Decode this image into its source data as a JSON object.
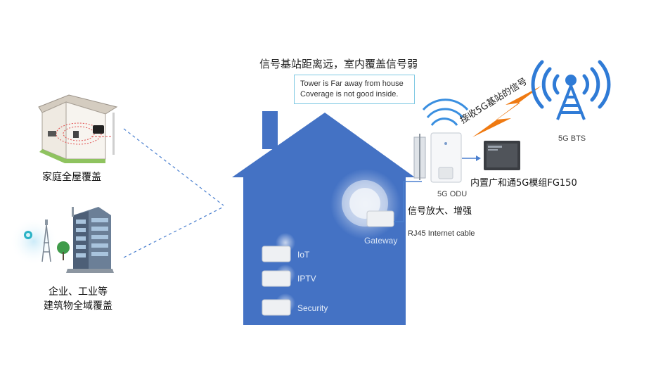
{
  "title": "信号基站距离远，室内覆盖信号弱",
  "callout": {
    "line1": "Tower is Far away from house",
    "line2": "Coverage is not good inside."
  },
  "left": {
    "home_label": "家庭全屋覆盖",
    "enterprise_label_line1": "企业、工业等",
    "enterprise_label_line2": "建筑物全域覆盖"
  },
  "right": {
    "bts_label": "5G BTS",
    "receive_label": "接收5G基站的信号",
    "odu_label": "5G ODU",
    "module_label": "内置广和通5G模组FG150",
    "amplify_label": "信号放大、增强",
    "cable_label": "RJ45 Internet cable"
  },
  "house": {
    "gateway_label": "Gateway",
    "devices": [
      "IoT",
      "IPTV",
      "Security"
    ]
  },
  "colors": {
    "house_blue": "#4472c4",
    "bts_blue": "#2f7bd6",
    "arrow_orange": "#ef7a12",
    "line_blue": "#4a7fcf"
  },
  "icons": {
    "bts": "cell-tower-icon",
    "odu": "outdoor-unit-icon",
    "module": "5g-module-chip-icon",
    "gateway": "gateway-router-icon"
  }
}
